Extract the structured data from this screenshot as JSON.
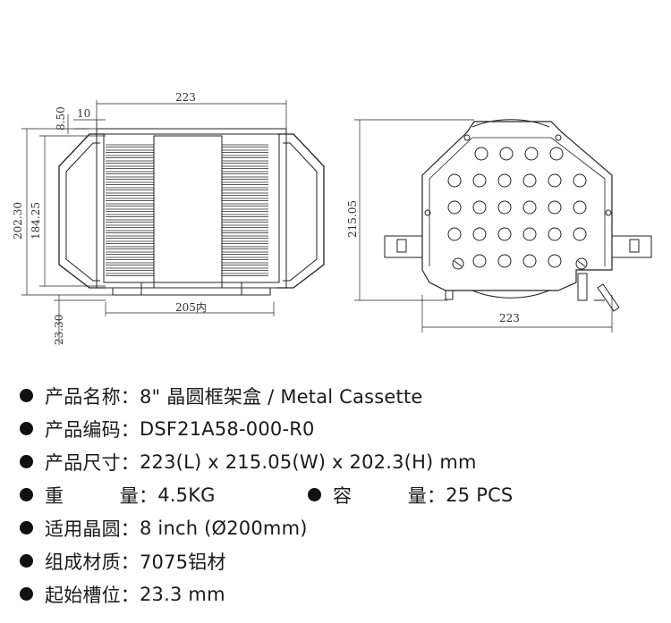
{
  "dimensions": {
    "top_width": "223",
    "top_offset": "8.50",
    "left_gap": "10",
    "overall_height": "202.30",
    "inner_height": "184.25",
    "bottom_inner_width": "205内",
    "bottom_offset": "23.30",
    "side_height": "215.05",
    "side_width": "223"
  },
  "specs": {
    "name": {
      "label": "产品名称：",
      "value": "8\" 晶圆框架盒 / Metal Cassette"
    },
    "code": {
      "label": "产品编码：",
      "value": "DSF21A58-000-R0"
    },
    "size": {
      "label": "产品尺寸：",
      "value": "223(L) x 215.05(W) x 202.3(H) mm"
    },
    "weight": {
      "label_a": "重",
      "label_b": "量",
      "label_colon": "：",
      "value": "4.5KG"
    },
    "capacity": {
      "label_a": "容",
      "label_b": "量",
      "label_colon": "：",
      "value": "25 PCS"
    },
    "wafer": {
      "label": "适用晶圆：",
      "value": "8 inch (Ø200mm)"
    },
    "material": {
      "label": "组成材质：",
      "value": "7075铝材"
    },
    "slot": {
      "label": "起始槽位：",
      "value": "23.3 mm"
    }
  }
}
